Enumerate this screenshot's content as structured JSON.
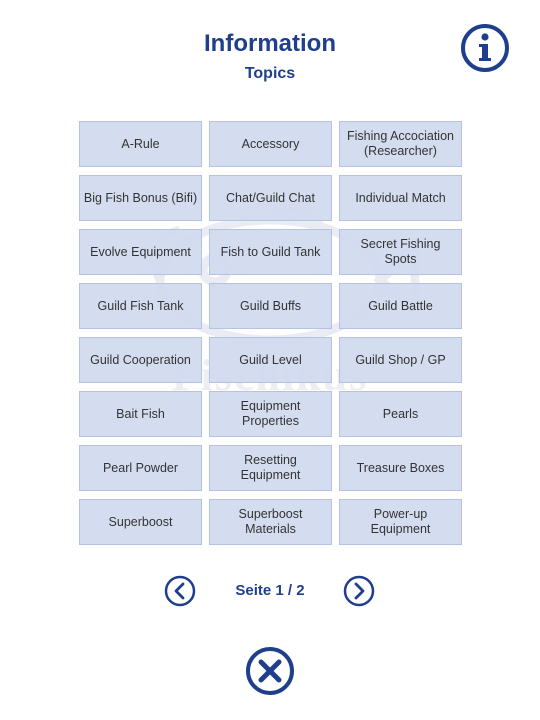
{
  "header": {
    "title": "Information",
    "subtitle": "Topics"
  },
  "watermark": {
    "text": "Fischikus",
    "icon": "fish-icon"
  },
  "topics": [
    "A-Rule",
    "Accessory",
    "Fishing Accociation\n(Researcher)",
    "Big Fish Bonus (Bifi)",
    "Chat/Guild Chat",
    "Individual Match",
    "Evolve Equipment",
    "Fish to Guild Tank",
    "Secret Fishing\nSpots",
    "Guild Fish Tank",
    "Guild Buffs",
    "Guild Battle",
    "Guild Cooperation",
    "Guild Level",
    "Guild Shop / GP",
    "Bait Fish",
    "Equipment\nProperties",
    "Pearls",
    "Pearl Powder",
    "Resetting\nEquipment",
    "Treasure Boxes",
    "Superboost",
    "Superboost\nMaterials",
    "Power-up\nEquipment"
  ],
  "pagination": {
    "label": "Seite 1 / 2"
  },
  "icons": {
    "info": "info-icon",
    "prev": "chevron-left-icon",
    "next": "chevron-right-icon",
    "close": "close-icon"
  },
  "colors": {
    "accent": "#1f3f8c",
    "button_bg": "#ced8ee",
    "button_border": "#b6c2df",
    "button_text": "#333333"
  }
}
